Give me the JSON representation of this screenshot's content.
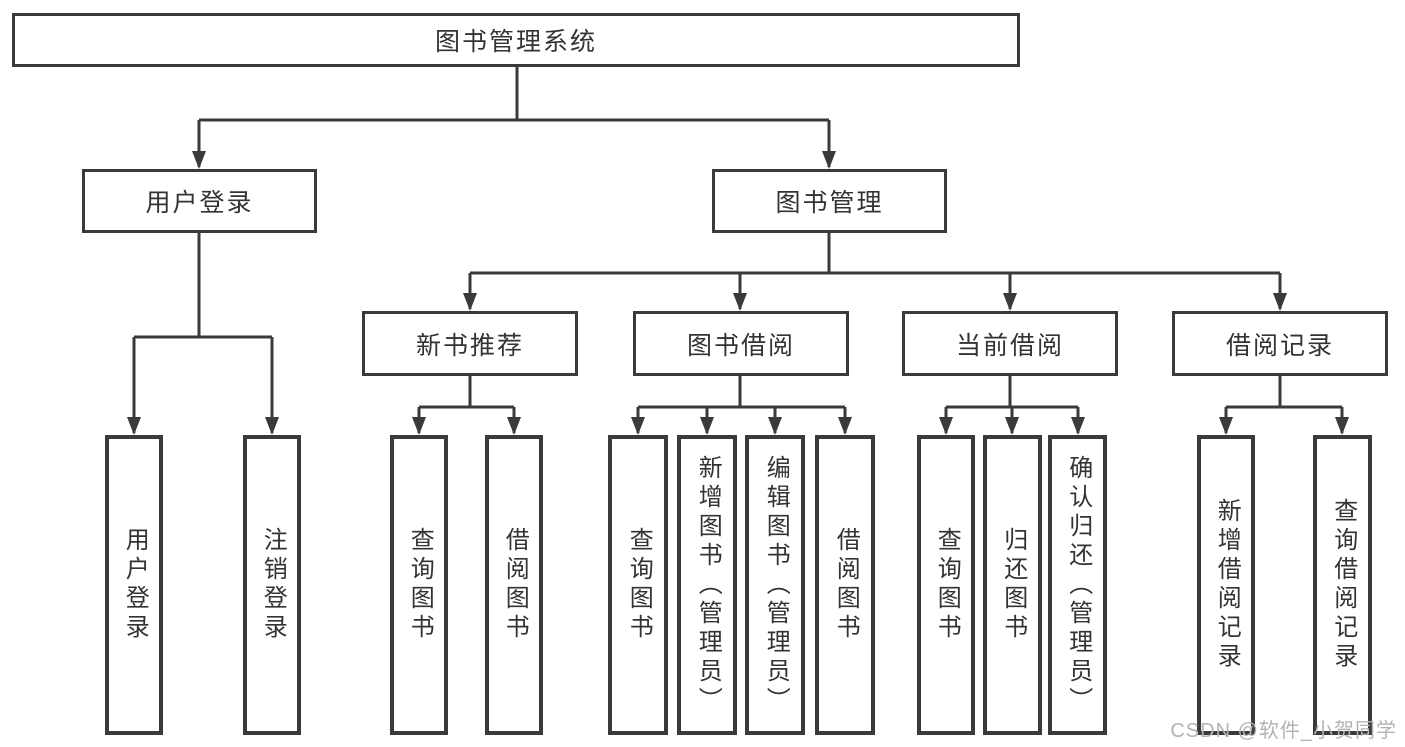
{
  "tree": {
    "root": {
      "label": "图书管理系统"
    },
    "children": [
      {
        "label": "用户登录",
        "children": [
          {
            "label": "用户登录"
          },
          {
            "label": "注销登录"
          }
        ]
      },
      {
        "label": "图书管理",
        "children": [
          {
            "label": "新书推荐",
            "children": [
              {
                "label": "查询图书"
              },
              {
                "label": "借阅图书"
              }
            ]
          },
          {
            "label": "图书借阅",
            "children": [
              {
                "label": "查询图书"
              },
              {
                "label": "新增图书（管理员）"
              },
              {
                "label": "编辑图书（管理员）"
              },
              {
                "label": "借阅图书"
              }
            ]
          },
          {
            "label": "当前借阅",
            "children": [
              {
                "label": "查询图书"
              },
              {
                "label": "归还图书"
              },
              {
                "label": "确认归还（管理员）"
              }
            ]
          },
          {
            "label": "借阅记录",
            "children": [
              {
                "label": "新增借阅记录"
              },
              {
                "label": "查询借阅记录"
              }
            ]
          }
        ]
      }
    ]
  },
  "watermark": {
    "text": "CSDN @软件_小贺同学"
  },
  "colors": {
    "line": "#3a3a3a",
    "text": "#333333",
    "watermark": "#b3b3b3",
    "background": "#ffffff"
  }
}
